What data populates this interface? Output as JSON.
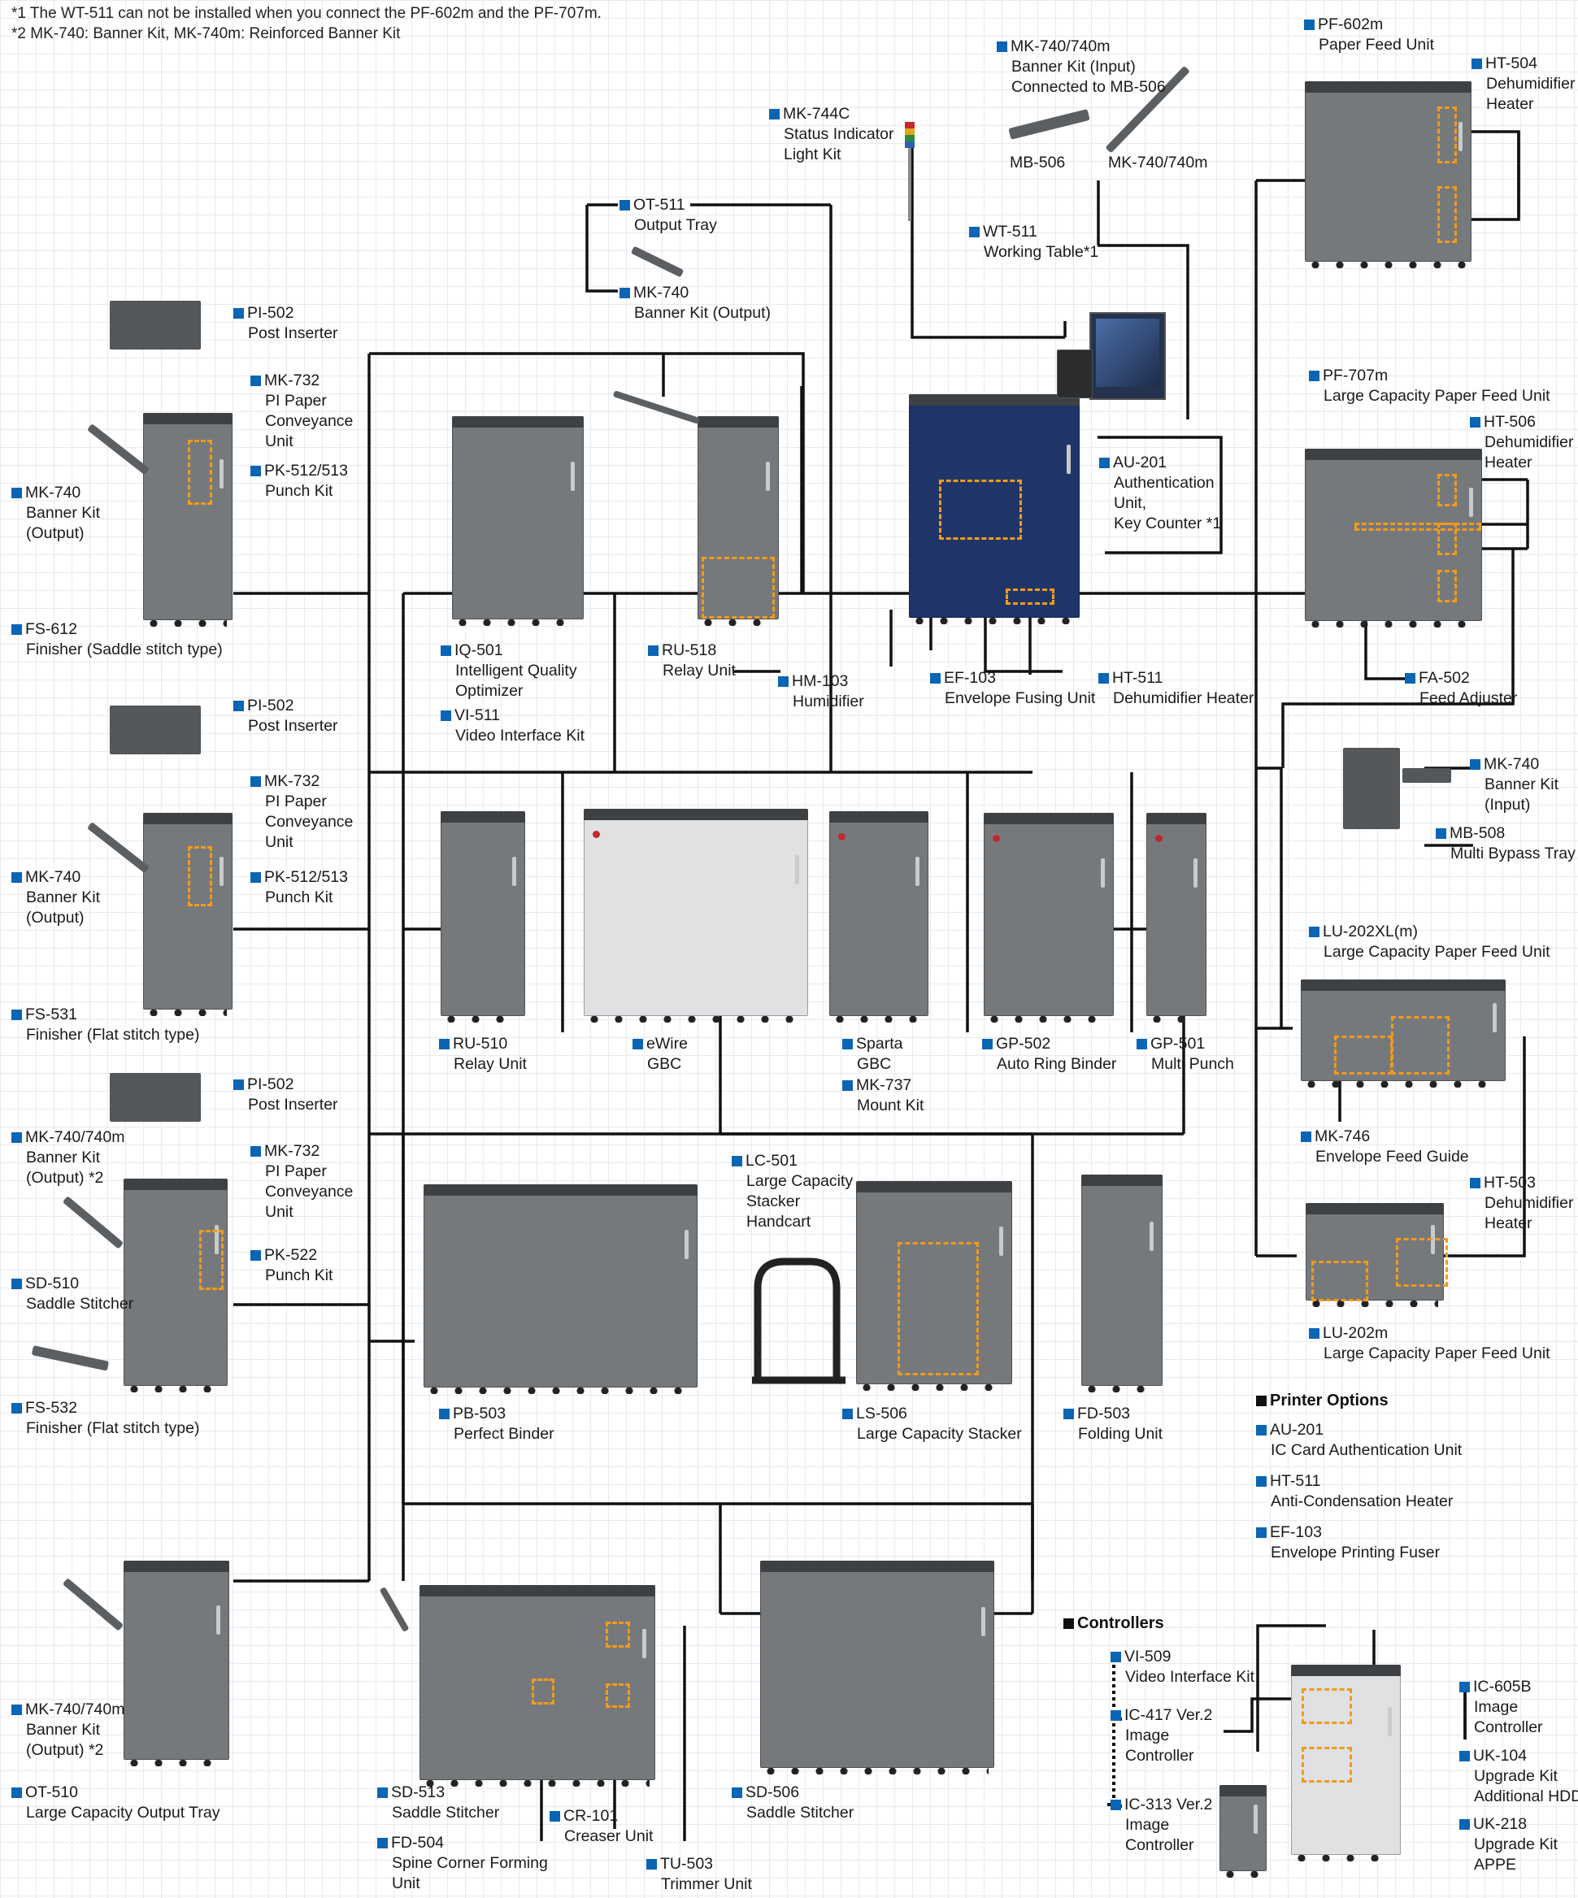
{
  "notes": [
    "*1 The WT-511 can not be installed when you connect the PF-602m and the PF-707m.",
    "*2 MK-740: Banner Kit, MK-740m: Reinforced Banner Kit"
  ],
  "colors": {
    "label_square": "#0a65b5",
    "line": "#111111",
    "highlight": "#f29a1c",
    "device_body": "#76797c",
    "main_unit": "#1f3568"
  },
  "labels": {
    "pf602m": {
      "code": "PF-602m",
      "desc": [
        "Paper Feed Unit"
      ]
    },
    "ht504": {
      "code": "HT-504",
      "desc": [
        "Dehumidifier",
        "Heater"
      ]
    },
    "mk740_740m_input": {
      "code": "MK-740/740m",
      "desc": [
        "Banner Kit (Input)",
        "Connected to MB-506"
      ]
    },
    "mk744c": {
      "code": "MK-744C",
      "desc": [
        "Status Indicator",
        "Light Kit"
      ]
    },
    "wt511": {
      "code": "WT-511",
      "desc": [
        "Working Table*1"
      ]
    },
    "ot511": {
      "code": "OT-511",
      "desc": [
        "Output Tray"
      ]
    },
    "mk740_output_top": {
      "code": "MK-740",
      "desc": [
        "Banner Kit (Output)"
      ]
    },
    "pi502_a": {
      "code": "PI-502",
      "desc": [
        "Post Inserter"
      ]
    },
    "mk732_a": {
      "code": "MK-732",
      "desc": [
        "PI Paper",
        "Conveyance",
        "Unit"
      ]
    },
    "pk512_a": {
      "code": "PK-512/513",
      "desc": [
        "Punch Kit"
      ]
    },
    "mk740_a": {
      "code": "MK-740",
      "desc": [
        "Banner Kit",
        "(Output)"
      ]
    },
    "fs612": {
      "code": "FS-612",
      "desc": [
        "Finisher (Saddle stitch type)"
      ]
    },
    "pf707m": {
      "code": "PF-707m",
      "desc": [
        "Large Capacity Paper Feed Unit"
      ]
    },
    "ht506": {
      "code": "HT-506",
      "desc": [
        "Dehumidifier",
        "Heater"
      ]
    },
    "au201": {
      "code": "AU-201",
      "desc": [
        "Authentication",
        "Unit,",
        "Key Counter *1"
      ]
    },
    "iq501": {
      "code": "IQ-501",
      "desc": [
        "Intelligent Quality",
        "Optimizer"
      ]
    },
    "vi511": {
      "code": "VI-511",
      "desc": [
        "Video Interface Kit"
      ]
    },
    "ru518": {
      "code": "RU-518",
      "desc": [
        "Relay Unit"
      ]
    },
    "hm103": {
      "code": "HM-103",
      "desc": [
        "Humidifier"
      ]
    },
    "ef103": {
      "code": "EF-103",
      "desc": [
        "Envelope Fusing Unit"
      ]
    },
    "ht511": {
      "code": "HT-511",
      "desc": [
        "Dehumidifier Heater"
      ]
    },
    "fa502": {
      "code": "FA-502",
      "desc": [
        "Feed Adjuster"
      ]
    },
    "pi502_b": {
      "code": "PI-502",
      "desc": [
        "Post Inserter"
      ]
    },
    "mk732_b": {
      "code": "MK-732",
      "desc": [
        "PI Paper",
        "Conveyance",
        "Unit"
      ]
    },
    "pk512_b": {
      "code": "PK-512/513",
      "desc": [
        "Punch Kit"
      ]
    },
    "mk740_b": {
      "code": "MK-740",
      "desc": [
        "Banner Kit",
        "(Output)"
      ]
    },
    "fs531": {
      "code": "FS-531",
      "desc": [
        "Finisher (Flat stitch type)"
      ]
    },
    "mk740_input_right": {
      "code": "MK-740",
      "desc": [
        "Banner Kit",
        "(Input)"
      ]
    },
    "mb508": {
      "code": "MB-508",
      "desc": [
        "Multi Bypass Tray"
      ]
    },
    "lu202xl": {
      "code": "LU-202XL(m)",
      "desc": [
        "Large Capacity Paper Feed Unit"
      ]
    },
    "ru510": {
      "code": "RU-510",
      "desc": [
        "Relay Unit"
      ]
    },
    "ewire": {
      "code": "eWire",
      "desc": [
        "GBC"
      ]
    },
    "sparta": {
      "code": "Sparta",
      "desc": [
        "GBC"
      ]
    },
    "mk737": {
      "code": "MK-737",
      "desc": [
        "Mount Kit"
      ]
    },
    "gp502": {
      "code": "GP-502",
      "desc": [
        "Auto Ring Binder"
      ]
    },
    "gp501": {
      "code": "GP-501",
      "desc": [
        "Multi Punch"
      ]
    },
    "pi502_c": {
      "code": "PI-502",
      "desc": [
        "Post Inserter"
      ]
    },
    "mk740_740m_c": {
      "code": "MK-740/740m",
      "desc": [
        "Banner Kit",
        "(Output) *2"
      ]
    },
    "mk732_c": {
      "code": "MK-732",
      "desc": [
        "PI Paper",
        "Conveyance",
        "Unit"
      ]
    },
    "pk522": {
      "code": "PK-522",
      "desc": [
        "Punch Kit"
      ]
    },
    "sd510": {
      "code": "SD-510",
      "desc": [
        "Saddle Stitcher"
      ]
    },
    "fs532": {
      "code": "FS-532",
      "desc": [
        "Finisher (Flat stitch type)"
      ]
    },
    "lc501": {
      "code": "LC-501",
      "desc": [
        "Large Capacity",
        "Stacker",
        "Handcart"
      ]
    },
    "mk746": {
      "code": "MK-746",
      "desc": [
        "Envelope Feed Guide"
      ]
    },
    "ht503": {
      "code": "HT-503",
      "desc": [
        "Dehumidifier",
        "Heater"
      ]
    },
    "pb503": {
      "code": "PB-503",
      "desc": [
        "Perfect Binder"
      ]
    },
    "ls506": {
      "code": "LS-506",
      "desc": [
        "Large Capacity Stacker"
      ]
    },
    "fd503": {
      "code": "FD-503",
      "desc": [
        "Folding Unit"
      ]
    },
    "lu202m": {
      "code": "LU-202m",
      "desc": [
        "Large Capacity Paper Feed Unit"
      ]
    },
    "mk740_740m_d": {
      "code": "MK-740/740m",
      "desc": [
        "Banner Kit",
        "(Output) *2"
      ]
    },
    "ot510": {
      "code": "OT-510",
      "desc": [
        "Large Capacity Output Tray"
      ]
    },
    "sd513": {
      "code": "SD-513",
      "desc": [
        "Saddle Stitcher"
      ]
    },
    "fd504": {
      "code": "FD-504",
      "desc": [
        "Spine Corner Forming",
        "Unit"
      ]
    },
    "cr101": {
      "code": "CR-101",
      "desc": [
        "Creaser Unit"
      ]
    },
    "tu503": {
      "code": "TU-503",
      "desc": [
        "Trimmer Unit"
      ]
    },
    "sd506": {
      "code": "SD-506",
      "desc": [
        "Saddle Stitcher"
      ]
    },
    "vi509": {
      "code": "VI-509",
      "desc": [
        "Video Interface Kit"
      ]
    },
    "ic417": {
      "code": "IC-417 Ver.2",
      "desc": [
        "Image",
        "Controller"
      ]
    },
    "ic313": {
      "code": "IC-313 Ver.2",
      "desc": [
        "Image",
        "Controller"
      ]
    },
    "ic605b": {
      "code": "IC-605B",
      "desc": [
        "Image",
        "Controller"
      ]
    },
    "uk104": {
      "code": "UK-104",
      "desc": [
        "Upgrade Kit",
        "Additional HDD"
      ]
    },
    "uk218": {
      "code": "UK-218",
      "desc": [
        "Upgrade Kit",
        "APPE"
      ]
    }
  },
  "inline_labels": {
    "mb506": "MB-506",
    "mk740_740m_device": "MK-740/740m"
  },
  "printer_options": {
    "title": "Printer Options",
    "items": [
      {
        "code": "AU-201",
        "desc": [
          "IC Card Authentication Unit"
        ]
      },
      {
        "code": "HT-511",
        "desc": [
          "Anti-Condensation Heater"
        ]
      },
      {
        "code": "EF-103",
        "desc": [
          "Envelope Printing Fuser"
        ]
      }
    ]
  },
  "controllers": {
    "title": "Controllers"
  }
}
